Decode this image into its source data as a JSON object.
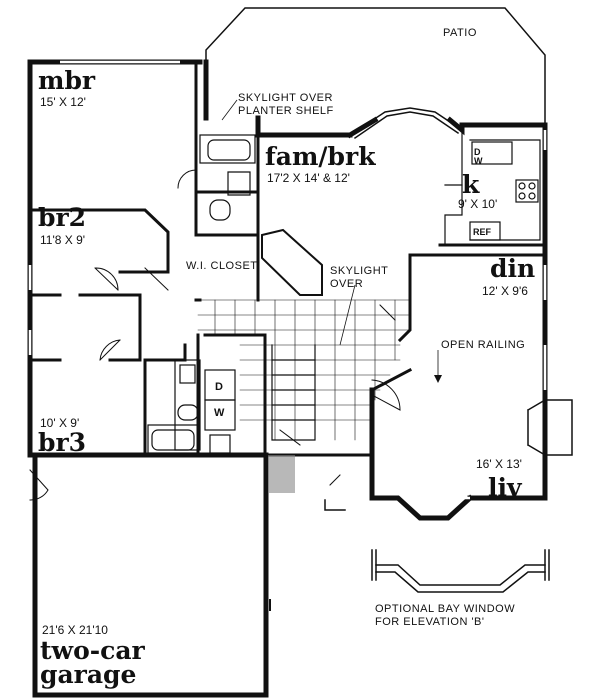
{
  "patio": {
    "label": "PATIO"
  },
  "skylight_planter": {
    "line1": "SKYLIGHT OVER",
    "line2": "PLANTER SHELF"
  },
  "skylight_over": {
    "line1": "SKYLIGHT",
    "line2": "OVER"
  },
  "walk_in_closet": {
    "label": "W.I. CLOSET"
  },
  "open_railing": {
    "label": "OPEN RAILING"
  },
  "optional_bay": {
    "line1": "OPTIONAL BAY WINDOW",
    "line2": "FOR ELEVATION 'B'"
  },
  "rooms": {
    "mbr": {
      "name": "mbr",
      "size": "15' X 12'"
    },
    "fam_brk": {
      "name": "fam/brk",
      "size": "17'2 X 14' & 12'"
    },
    "kitchen": {
      "name": "k",
      "size": "9' X 10'"
    },
    "br2": {
      "name": "br2",
      "size": "11'8 X 9'"
    },
    "din": {
      "name": "din",
      "size": "12' X 9'6"
    },
    "br3": {
      "name": "br3",
      "size": "10' X 9'"
    },
    "liv": {
      "name": "liv",
      "size": "16' X 13'"
    },
    "garage": {
      "name_line1": "two-car",
      "name_line2": "garage",
      "size": "21'6 X 21'10"
    }
  },
  "appliances": {
    "dw": "D W",
    "ref": "REF",
    "dryer": "D",
    "washer": "W"
  }
}
